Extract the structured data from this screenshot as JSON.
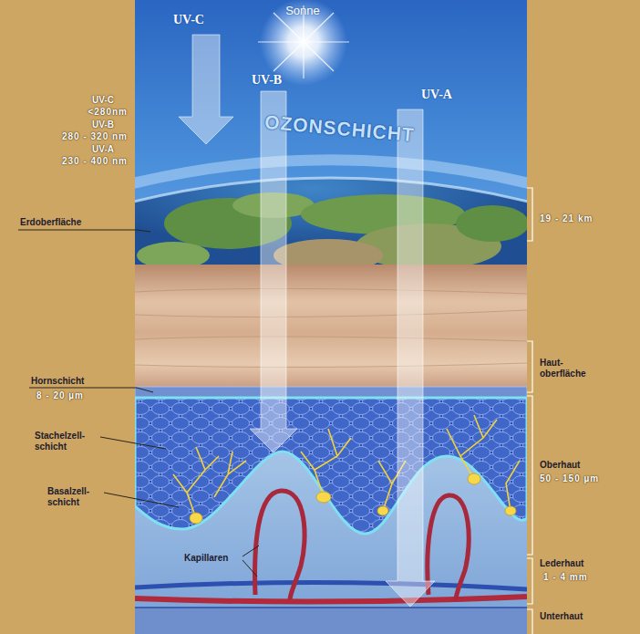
{
  "diagram": {
    "labels": [
      "Sonne",
      "UV-C",
      "UV-B",
      "UV-A",
      "UV-C",
      "<280nm",
      "UV-B",
      "280 - 320 nm",
      "UV-A",
      "230 - 400 nm",
      "OZONSCHICHT",
      "Erdoberfläche",
      "19 - 21 km",
      "Haut- oberfläche",
      "Hornschicht",
      "8 - 20 µm",
      "Stachelzell- schicht",
      "Basalzell- schicht",
      "Oberhaut",
      "50 - 150 µm",
      "Kapillaren",
      "Lederhaut",
      "1 - 4 mm",
      "Unterhaut"
    ]
  }
}
